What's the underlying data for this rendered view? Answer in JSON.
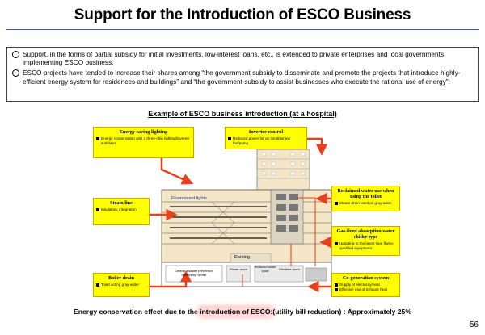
{
  "slide": {
    "title": "Support for the Introduction of ESCO Business",
    "bullets": [
      "Support, in the forms of partial subsidy for initial investments, low-interest loans, etc., is extended to private enterprises and local governments implementing ESCO business.",
      "ESCO projects have tended to increase their shares among “the government subsidy to disseminate and promote the projects that introduce highly-efficient energy system for residences and buildings” and “the government subsidy to assist businesses who execute the rational use of energy”."
    ],
    "subtitle": "Example of ESCO business introduction (at a hospital)",
    "page_number": "56"
  },
  "callouts": {
    "lighting": {
      "title": "Energy saving lighting",
      "item": "Energy conservation with a three-chip  lighting/inverter stabilizer"
    },
    "inverter": {
      "title": "Inverter control",
      "item": "Reduced power for air conditioning fan/pump"
    },
    "steam": {
      "title": "Steam line",
      "item": "Insulation, integration"
    },
    "boiler": {
      "title": "Boiler drain",
      "item": "Toilet acting gray water"
    },
    "water": {
      "title": "Reclaimed water use when using the toilet",
      "item": "Steam drain used as gray water"
    },
    "chiller": {
      "title": "Gas-fired absorption water chiller type",
      "item": "Updating to the latest type flame-qualified equipment"
    },
    "cogen": {
      "title": "Co-generation system",
      "items": [
        "Supply of electricity/heat",
        "Effective use of exhaust heat"
      ]
    }
  },
  "building": {
    "fluorescent_label": "Fluorescent lights",
    "parking_label": "Parking",
    "power_room": "Power room",
    "reduced_cycle": "Reduced water cycle",
    "machine_room": "Machine room",
    "disaster_label": "Central disaster prevention monitoring center"
  },
  "footer": {
    "before": "Energy conservation effect due to the ",
    "highlight": "introduction of ESCO:",
    "after": "(utility bill reduction) : Approximately 25%"
  },
  "colors": {
    "callout_fill": "#ffff00",
    "arrow": "#e8401c",
    "building": "#f5e6c8",
    "title_rule": "#3a5fa8"
  }
}
